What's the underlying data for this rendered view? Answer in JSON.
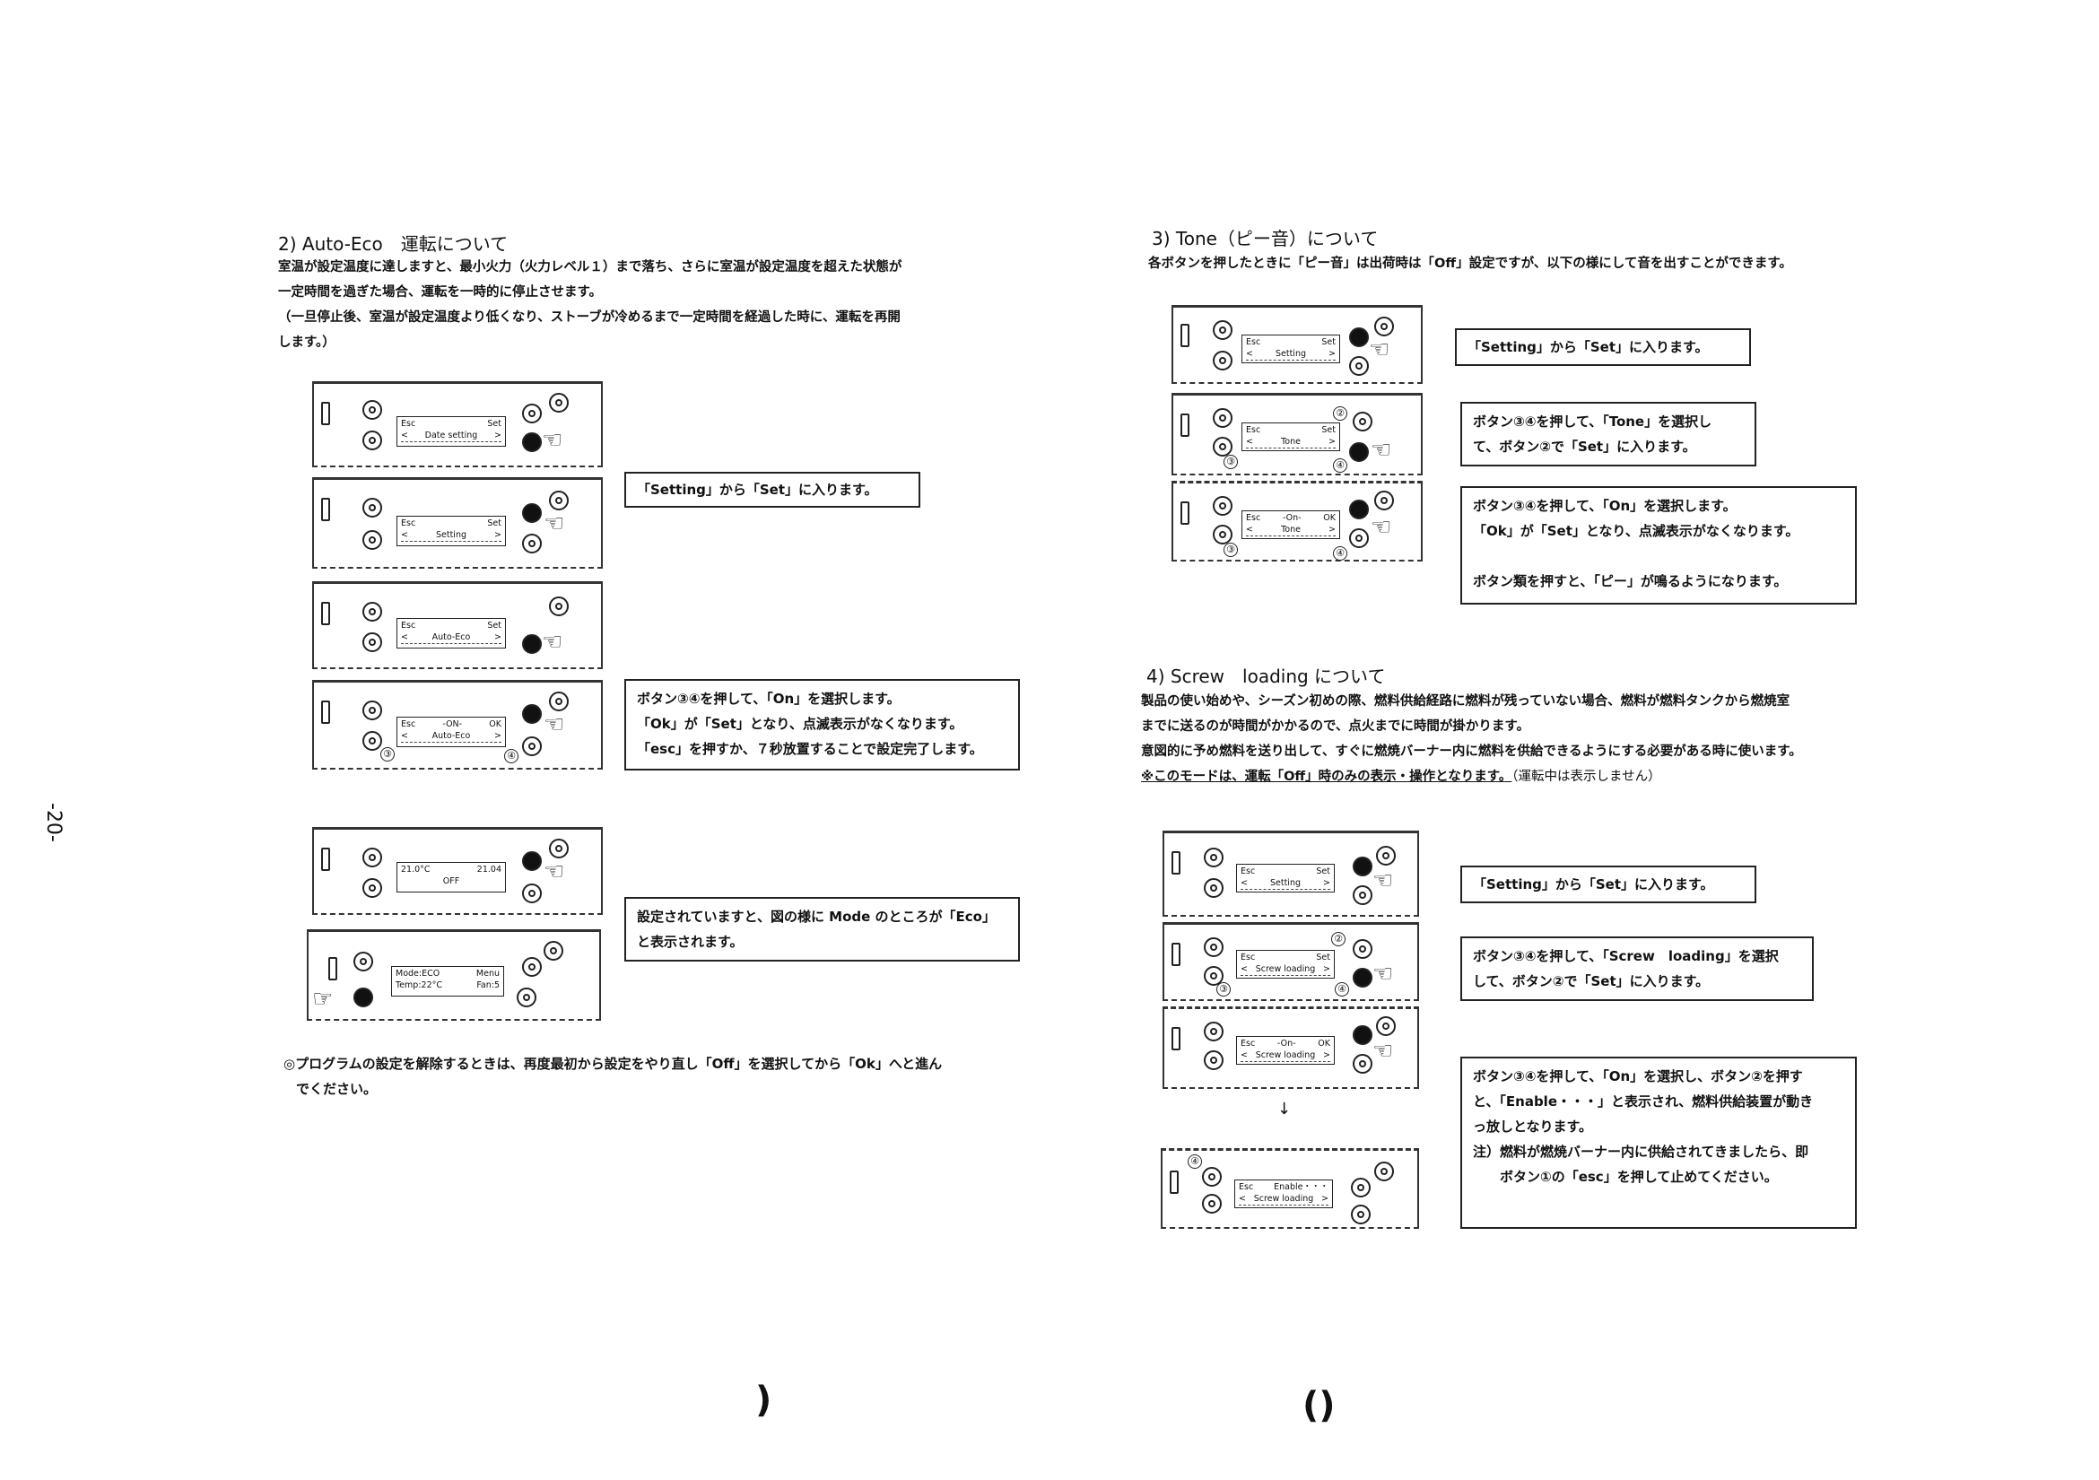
{
  "page_number": "-20-",
  "left": {
    "title": "2) Auto-Eco　運転について",
    "para": [
      "室温が設定温度に達しますと、最小火力（火力レベル１）まで落ち、さらに室温が設定温度を超えた状態が",
      "一定時間を過ぎた場合、運転を一時的に停止させます。",
      "（一旦停止後、室温が設定温度より低くなり、ストーブが冷めるまで一定時間を経過した時に、運転を再開",
      "します。）"
    ],
    "lcd": [
      {
        "l1": "Esc",
        "r1": "Set",
        "l2": "<",
        "c2": "Date setting",
        "r2": ">"
      },
      {
        "l1": "Esc",
        "r1": "Set",
        "l2": "<",
        "c2": "Setting",
        "r2": ">"
      },
      {
        "l1": "Esc",
        "r1": "Set",
        "l2": "<",
        "c2": "Auto-Eco",
        "r2": ">"
      },
      {
        "l1": "Esc",
        "c1": "-ON-",
        "r1": "OK",
        "l2": "<",
        "c2": "Auto-Eco",
        "r2": ">"
      },
      {
        "l1": "21.0°C",
        "r1": "21.04",
        "l2": "",
        "c2": "OFF",
        "r2": ""
      },
      {
        "l1": "Mode:ECO",
        "r1": "Menu",
        "l2": "Temp:22°C",
        "c2": "",
        "r2": "Fan:5"
      }
    ],
    "box1": "「Setting」から「Set」に入ります。",
    "box2": [
      "ボタン③④を押して、「On」を選択します。",
      "「Ok」が「Set」となり、点滅表示がなくなります。",
      "「esc」を押すか、７秒放置することで設定完了します。"
    ],
    "box3": [
      "設定されていますと、図の様に Mode のところが「Eco」",
      "と表示されます。"
    ],
    "note": [
      "◎プログラムの設定を解除するときは、再度最初から設定をやり直し「Off」を選択してから「Ok」へと進ん",
      "でください。"
    ]
  },
  "right": {
    "tone_title": "3) Tone（ピー音）について",
    "tone_para": "各ボタンを押したときに「ピー音」は出荷時は「Off」設定ですが、以下の様にして音を出すことができます。",
    "tone_lcd": [
      {
        "l1": "Esc",
        "r1": "Set",
        "l2": "<",
        "c2": "Setting",
        "r2": ">"
      },
      {
        "l1": "Esc",
        "r1": "Set",
        "l2": "<",
        "c2": "Tone",
        "r2": ">"
      },
      {
        "l1": "Esc",
        "c1": "-On-",
        "r1": "OK",
        "l2": "<",
        "c2": "Tone",
        "r2": ">"
      }
    ],
    "tone_box1": "「Setting」から「Set」に入ります。",
    "tone_box2": [
      "ボタン③④を押して、「Tone」を選択し",
      "て、ボタン②で「Set」に入ります。"
    ],
    "tone_box3": [
      "ボタン③④を押して、「On」を選択します。",
      "「Ok」が「Set」となり、点滅表示がなくなります。",
      "",
      "ボタン類を押すと、「ピー」が鳴るようになります。"
    ],
    "screw_title": "4) Screw　loading について",
    "screw_para": [
      "製品の使い始めや、シーズン初めの際、燃料供給経路に燃料が残っていない場合、燃料が燃料タンクから燃焼室",
      "までに送るのが時間がかかるので、点火までに時間が掛かります。",
      "意図的に予め燃料を送り出して、すぐに燃焼バーナー内に燃料を供給できるようにする必要がある時に使います。"
    ],
    "screw_note_u": "※このモードは、運転「Off」時のみの表示・操作となります。",
    "screw_note_rest": "（運転中は表示しません）",
    "screw_lcd": [
      {
        "l1": "Esc",
        "r1": "Set",
        "l2": "<",
        "c2": "Setting",
        "r2": ">"
      },
      {
        "l1": "Esc",
        "r1": "Set",
        "l2": "<",
        "c2": "Screw loading",
        "r2": ">"
      },
      {
        "l1": "Esc",
        "c1": "-On-",
        "r1": "OK",
        "l2": "<",
        "c2": "Screw loading",
        "r2": ">"
      },
      {
        "l1": "Esc",
        "c1": "Enable・・・",
        "r1": "",
        "l2": "<",
        "c2": "Screw loading",
        "r2": ">"
      }
    ],
    "arrow": "↓",
    "screw_box1": "「Setting」から「Set」に入ります。",
    "screw_box2": [
      "ボタン③④を押して、「Screw　loading」を選択",
      "して、ボタン②で「Set」に入ります。"
    ],
    "screw_box3": [
      "ボタン③④を押して、「On」を選択し、ボタン②を押す",
      "と、「Enable・・・」と表示され、燃料供給装置が動き",
      "っ放しとなります。",
      "注）燃料が燃焼バーナー内に供給されてきましたら、即",
      "　　ボタン①の「esc」を押して止めてください。"
    ]
  },
  "scan_marks": [
    ")",
    "()"
  ]
}
